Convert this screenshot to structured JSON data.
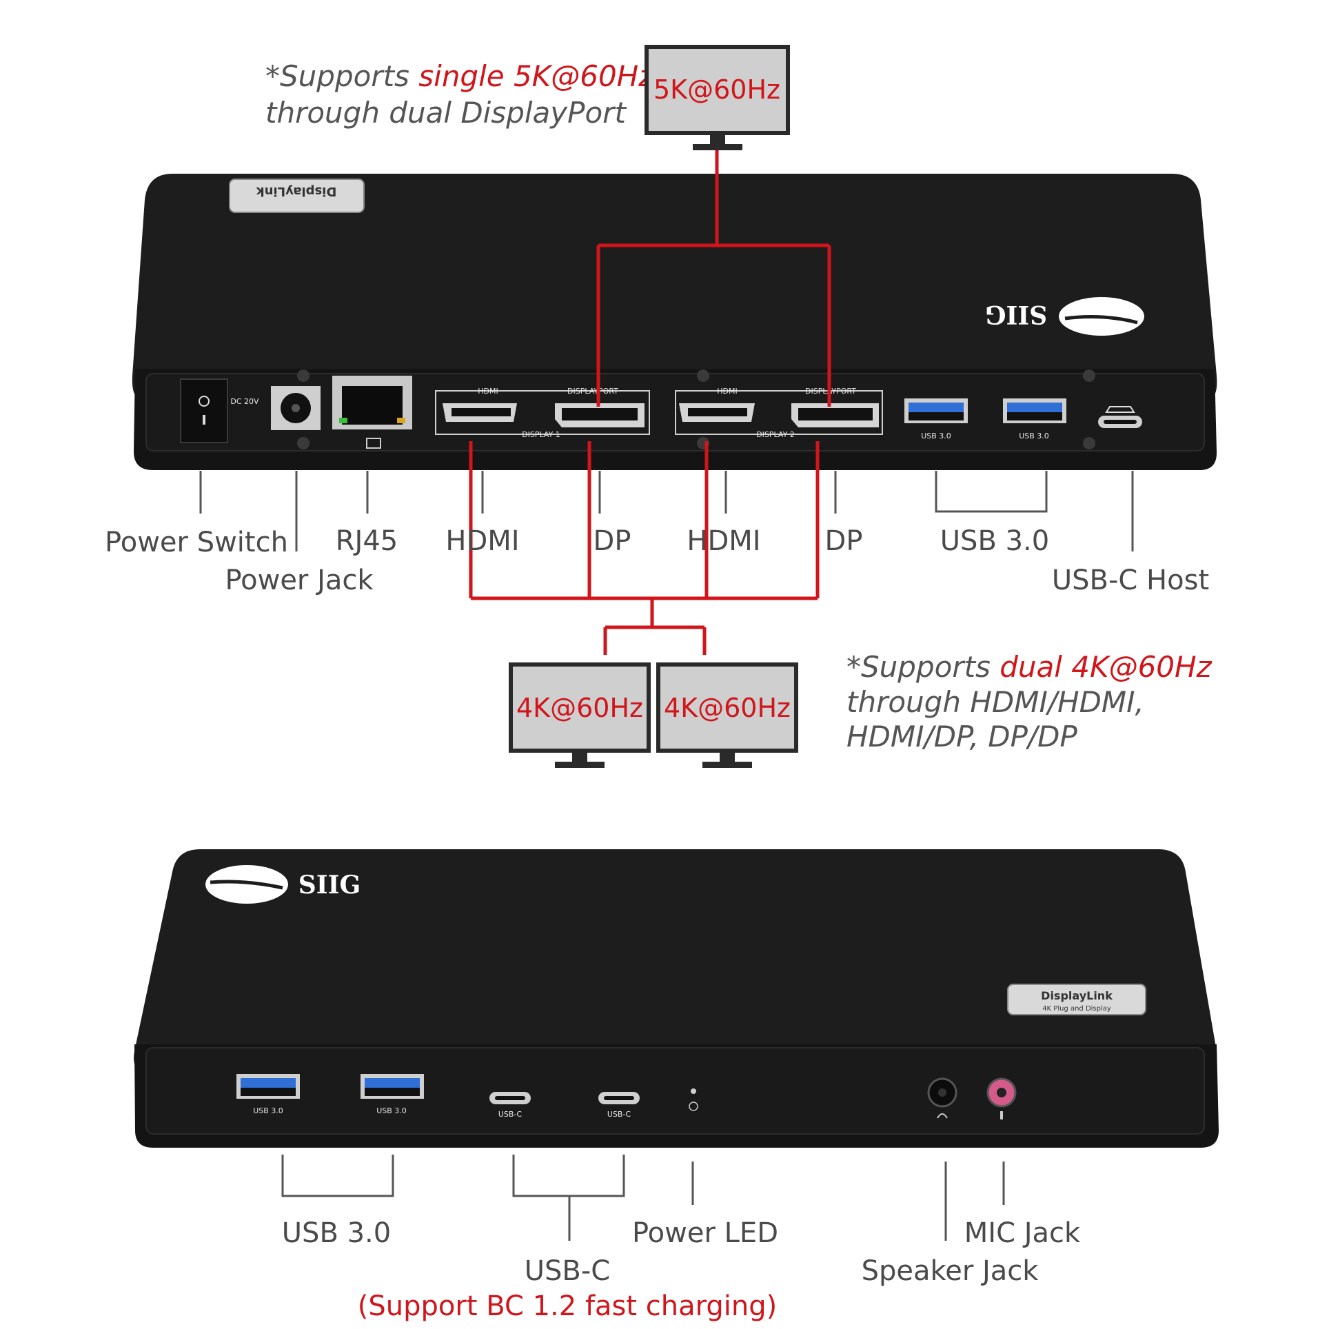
{
  "top_note": {
    "prefix": "*Supports ",
    "highlight": "single 5K@60Hz",
    "line2": "through dual DisplayPort"
  },
  "bottom_note": {
    "prefix": "*Supports ",
    "highlight": "dual 4K@60Hz",
    "line2": "through HDMI/HDMI,",
    "line3": "HDMI/DP, DP/DP"
  },
  "monitors": {
    "top": "5K@60Hz",
    "left": "4K@60Hz",
    "right": "4K@60Hz"
  },
  "badges": {
    "displaylink": "DisplayLink",
    "displaylink_sub": "4K Plug and Display",
    "brand": "SIIG"
  },
  "rear_port_text": {
    "dc": "DC 20V",
    "hdmi1": "HDMI",
    "dp1": "DISPLAYPORT",
    "display1": "DISPLAY 1",
    "hdmi2": "HDMI",
    "dp2": "DISPLAYPORT",
    "display2": "DISPLAY 2",
    "usb_a": "USB 3.0",
    "usb_b": "USB 3.0"
  },
  "front_port_text": {
    "usb_a": "USB 3.0",
    "usb_b": "USB 3.0",
    "usbc_a": "USB-C",
    "usbc_b": "USB-C"
  },
  "rear_labels": {
    "power_switch": "Power Switch",
    "power_jack": "Power Jack",
    "rj45": "RJ45",
    "hdmi1": "HDMI",
    "dp1": "DP",
    "hdmi2": "HDMI",
    "dp2": "DP",
    "usb3": "USB 3.0",
    "usbc_host": "USB-C Host"
  },
  "front_labels": {
    "usb3": "USB 3.0",
    "usbc": "USB-C",
    "usbc_note": "(Support BC 1.2 fast charging)",
    "power_led": "Power LED",
    "mic_jack": "MIC Jack",
    "speaker_jack": "Speaker Jack"
  },
  "colors": {
    "accent_red": "#d0151b",
    "dock_body": "#1c1c1c",
    "usb_blue": "#2f6fd6"
  }
}
